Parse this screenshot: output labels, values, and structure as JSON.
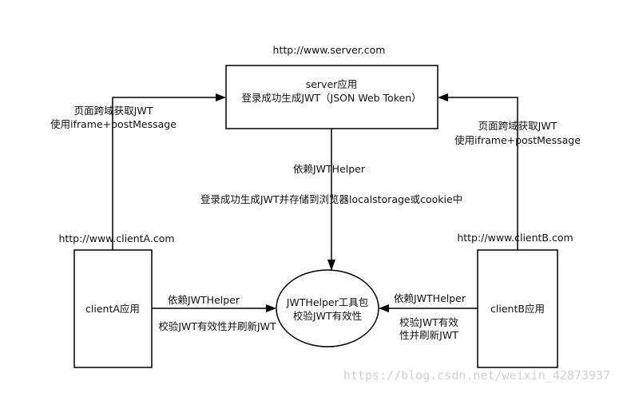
{
  "nodes": {
    "server": {
      "url": "http://www.server.com",
      "line1": "server应用",
      "line2": "登录成功生成JWT（JSON Web Token）"
    },
    "clientA": {
      "url": "http://www.clientA.com",
      "label": "clientA应用"
    },
    "clientB": {
      "url": "http://www.clientB.com",
      "label": "clientB应用"
    },
    "helper": {
      "line1": "JWTHelper工具包",
      "line2": "校验JWT有效性"
    }
  },
  "edges": {
    "a_to_server": {
      "line1": "页面跨域获取JWT",
      "line2": "使用iframe+postMessage"
    },
    "b_to_server": {
      "line1": "页面跨域获取JWT",
      "line2": "使用iframe+postMessage"
    },
    "server_to_helper": {
      "line1": "依赖JWTHelper",
      "line2": "登录成功生成JWT并存储到浏览器localstorage或cookie中"
    },
    "a_to_helper": {
      "line1": "依赖JWTHelper",
      "line2": "校验JWT有效性并刷新JWT"
    },
    "b_to_helper": {
      "line1": "依赖JWTHelper",
      "line2": "校验JWT有效",
      "line3": "性并刷新JWT"
    }
  },
  "watermark": "https://blog.csdn.net/weixin_42873937"
}
